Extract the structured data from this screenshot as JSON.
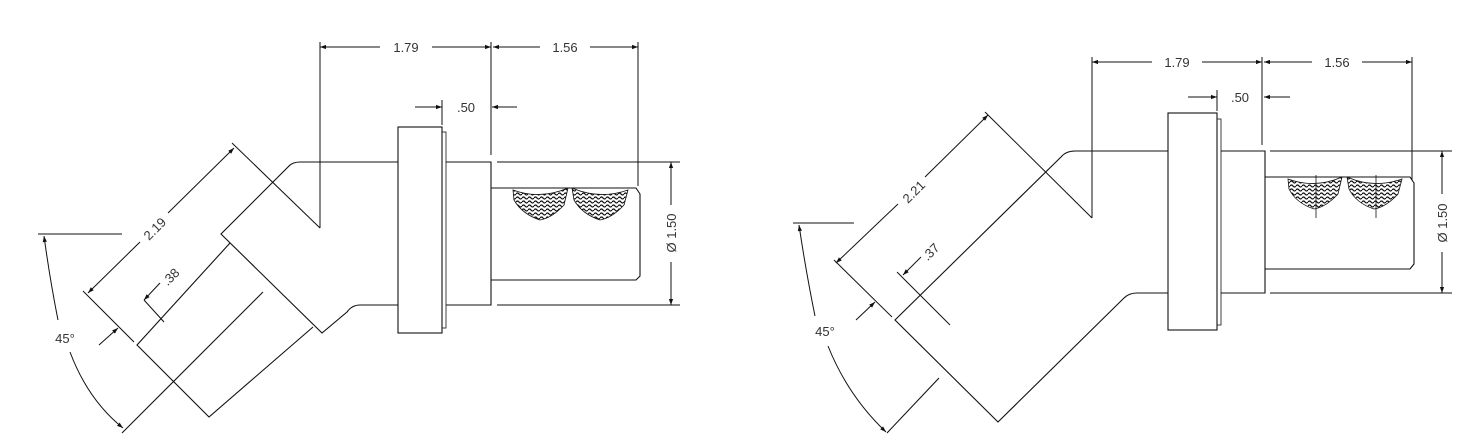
{
  "views": [
    {
      "name": "left",
      "dim_a": "1.79",
      "dim_b": "1.56",
      "dim_c": ".50",
      "diameter": "Ø 1.50",
      "length": "2.19",
      "offset": ".38",
      "angle": "45°"
    },
    {
      "name": "right",
      "dim_a": "1.79",
      "dim_b": "1.56",
      "dim_c": ".50",
      "diameter": "Ø 1.50",
      "length": "2.21",
      "offset": ".37",
      "angle": "45°"
    }
  ],
  "colors": {
    "line": "#111111",
    "text": "#333333"
  }
}
